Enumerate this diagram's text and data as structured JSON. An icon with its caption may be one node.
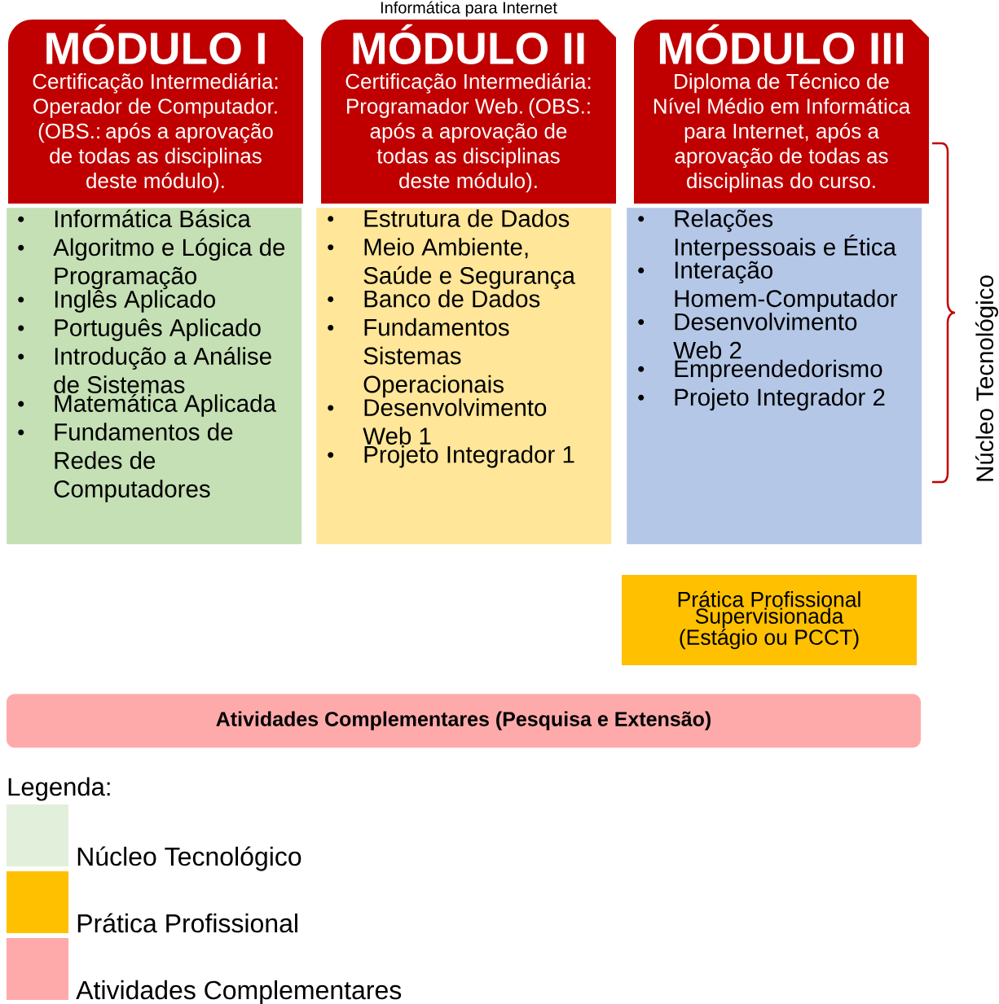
{
  "diagram": {
    "nodes": [
      {
        "text": [
          "MÓDULO I",
          "Certificação Intermediária: Operador de Computador. (OBS.: após a aprovação de todas as disciplinas deste módulo)."
        ]
      },
      {
        "text": [
          "MÓDULO II",
          "Certificação Intermediária: Programador Web. (OBS.: após a aprovação de todas as disciplinas deste módulo)."
        ]
      },
      {
        "text": [
          "MÓDULO III",
          "Diploma de Técnico de Nível Médio em Informática para Internet, após a aprovação de todas as disciplinas do curso."
        ]
      },
      {
        "text": [
          "Informática Básica",
          "Algoritmo e Lógica de Programação",
          "Inglês Aplicado",
          "Português Aplicado",
          "Introdução a Análise de Sistemas",
          "Matemática Aplicada",
          "Fundamentos de Redes de Computadores"
        ]
      },
      {
        "text": [
          "Estrutura de Dados",
          "Meio Ambiente, Saúde e Segurança",
          "Banco de Dados",
          "Fundamentos Sistemas Operacionais",
          "Desenvolvimento Web 1",
          "Projeto Integrador 1"
        ]
      },
      {
        "text": [
          "Relações Interpessoais e Ética",
          "Interação Homem-Computador",
          "Desenvolvimento Web 2",
          "Empreendedorismo",
          "Projeto Integrador 2"
        ]
      },
      {
        "text": [
          "Prática Profissional Supervisionada (Estágio ou PCCT)"
        ]
      },
      {
        "text": [
          "Atividades Complementares (Pesquisa e Extensão)"
        ]
      }
    ],
    "labels": [
      "Informática para Internet",
      "Núcleo Tecnológico",
      "Legenda:"
    ],
    "legend": [
      {
        "text": "Núcleo Tecnológico",
        "color": "#e2efda"
      },
      {
        "text": "Prática Profissional",
        "color": "#ffc000"
      },
      {
        "text": "Atividades Complementares",
        "color": "#ffaaaa"
      }
    ]
  }
}
